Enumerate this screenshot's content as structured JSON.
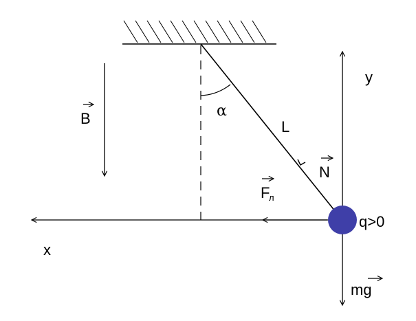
{
  "labels": {
    "y_axis": "y",
    "x_axis": "x",
    "field": "B",
    "angle": "α",
    "length": "L",
    "normal": "N",
    "lorentz": "F",
    "lorentz_sub": "л",
    "charge": "q>0",
    "weight": "mg"
  },
  "colors": {
    "ink": "#000000",
    "ball": "#3f3fa8"
  },
  "icons": {
    "ceiling": "hatched-ceiling",
    "ball": "charged-ball"
  }
}
